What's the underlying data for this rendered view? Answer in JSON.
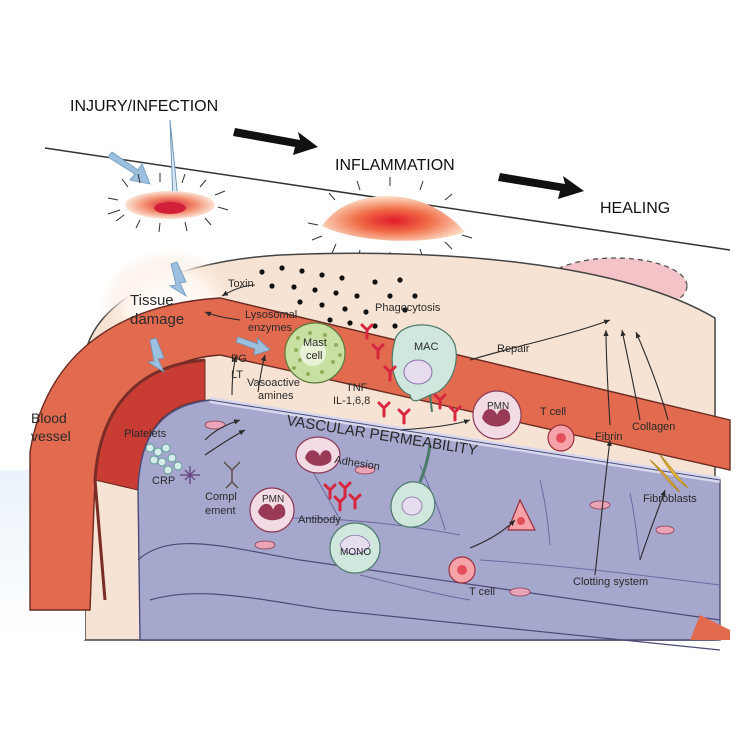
{
  "stages": {
    "injury": "INJURY/INFECTION",
    "inflammation": "INFLAMMATION",
    "healing": "HEALING"
  },
  "labels": {
    "tissue_damage_1": "Tissue",
    "tissue_damage_2": "damage",
    "blood_vessel_1": "Blood",
    "blood_vessel_2": "vessel",
    "toxin": "Toxin",
    "lysosomal_1": "Lysosomal",
    "lysosomal_2": "enzymes",
    "phagocytosis": "Phagocytosis",
    "mast_1": "Mast",
    "mast_2": "cell",
    "mac": "MAC",
    "repair": "Repair",
    "pg": "PG",
    "lt": "LT",
    "vasoactive_1": "Vasoactive",
    "vasoactive_2": "amines",
    "tnf": "TNF",
    "il": "IL-1,6,8",
    "pmn_top": "PMN",
    "tcell_top": "T cell",
    "fibrin": "Fibrin",
    "collagen": "Collagen",
    "vascular_permeability": "VASCULAR PERMEABILITY",
    "platelets": "Platelets",
    "crp": "CRP",
    "complement_1": "Compl",
    "complement_2": "ement",
    "pmn_bottom": "PMN",
    "antibody": "Antibody",
    "adhesion": "Adhesion",
    "mono": "MONO",
    "fibroblasts": "Fibroblasts",
    "clotting": "Clotting system",
    "tcell_bottom": "T cell"
  },
  "colors": {
    "tissue": "#f7e2d2",
    "vessel_wall": "#e0664a",
    "vessel_interior": "#9fa2c8",
    "endothelium": "#b7b9db",
    "inflamed": "#e8333b",
    "healing_patch": "#f4c2c7",
    "arrow": "#111111",
    "pointer": "#8fb7d9",
    "mast_cell": "#c9e0a3",
    "mono_cell": "#cfe7dc",
    "pmn_nucleus": "#9a3a56",
    "antibody": "#d7263d"
  }
}
